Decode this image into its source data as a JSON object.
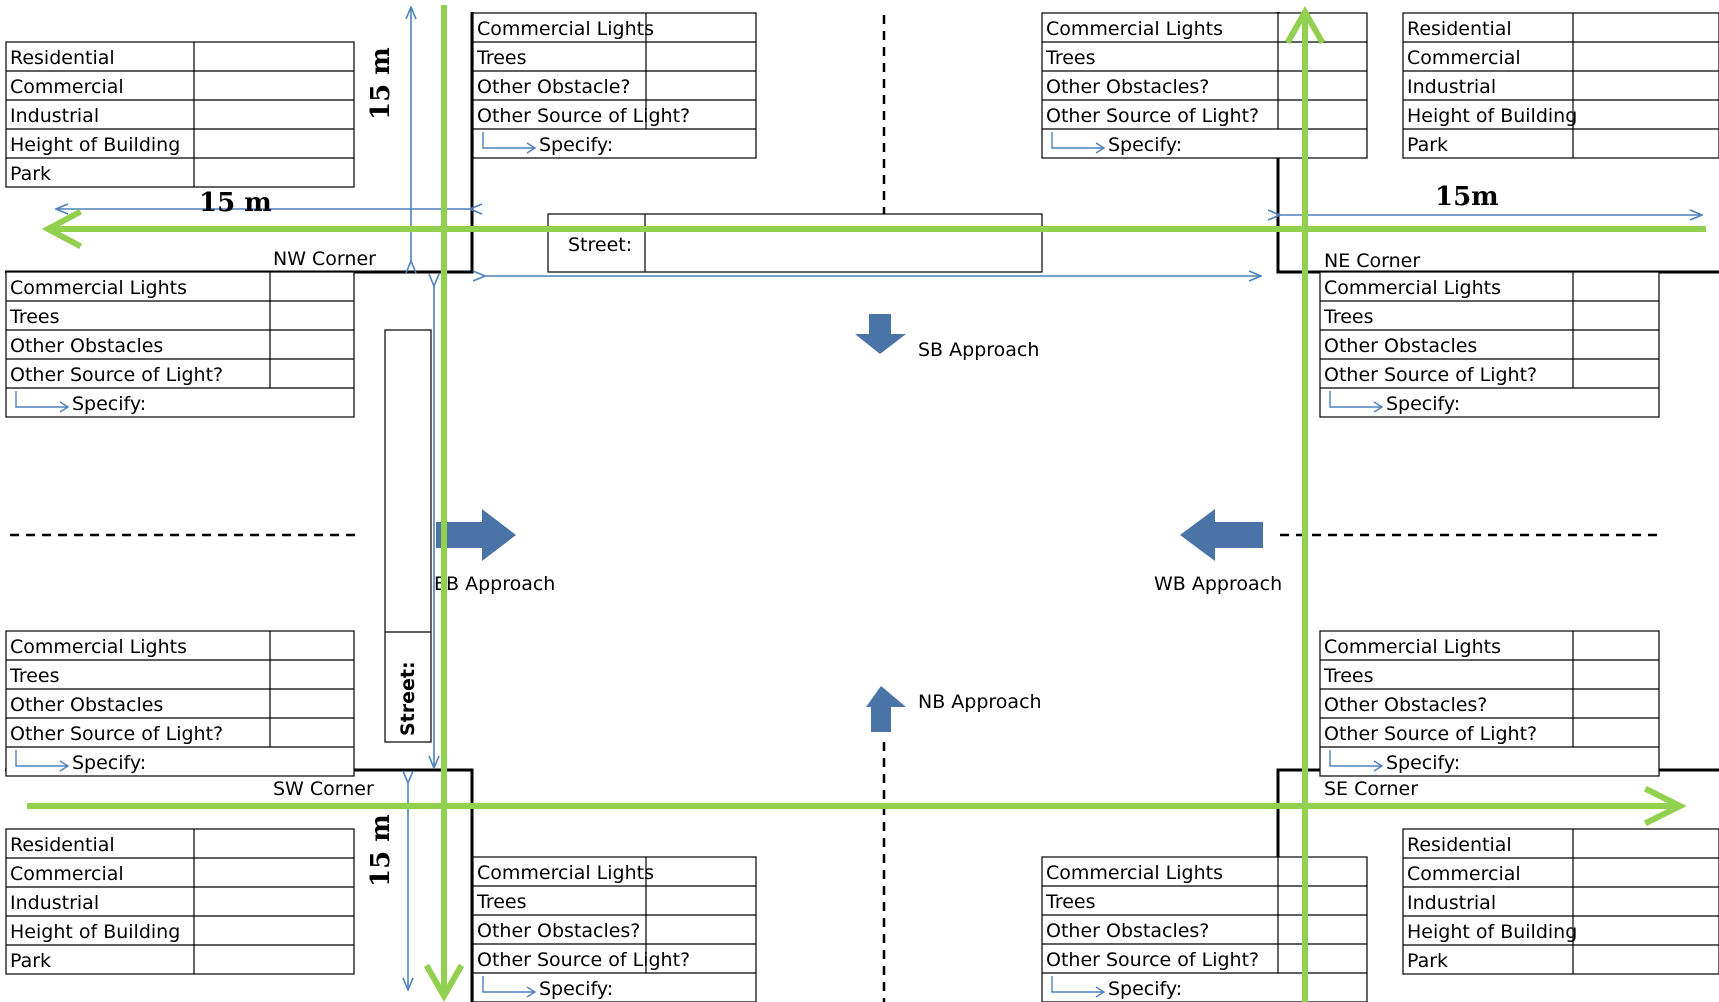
{
  "corners": {
    "nw": "NW Corner",
    "ne": "NE Corner",
    "sw": "SW Corner",
    "se": "SE Corner"
  },
  "approaches": {
    "sb": "SB Approach",
    "eb": "EB Approach",
    "wb": "WB Approach",
    "nb": "NB Approach"
  },
  "street_label": "Street:",
  "dimensions": {
    "nw_horizontal": "15 m",
    "nw_vertical": "15 m",
    "ne_horizontal": "15m",
    "sw_vertical": "15 m"
  },
  "land_use_rows": [
    "Residential",
    "Commercial",
    "Industrial",
    "Height of Building",
    "Park"
  ],
  "tables": {
    "n_left": [
      "Commercial Lights",
      "Trees",
      "Other Obstacle?",
      "Other Source of Light?",
      "Specify:"
    ],
    "n_right": [
      "Commercial Lights",
      "Trees",
      "Other Obstacles?",
      "Other Source of Light?",
      "Specify:"
    ],
    "w_upper": [
      "Commercial Lights",
      "Trees",
      "Other Obstacles",
      "Other Source of Light?",
      "Specify:"
    ],
    "e_upper": [
      "Commercial Lights",
      "Trees",
      "Other Obstacles",
      "Other Source of Light?",
      "Specify:"
    ],
    "w_lower": [
      "Commercial Lights",
      "Trees",
      "Other Obstacles",
      "Other Source of Light?",
      "Specify:"
    ],
    "e_lower": [
      "Commercial Lights",
      "Trees",
      "Other Obstacles?",
      "Other Source of Light?",
      "Specify:"
    ],
    "s_left": [
      "Commercial Lights",
      "Trees",
      "Other Obstacles?",
      "Other Source of Light?",
      "Specify:"
    ],
    "s_right": [
      "Commercial Lights",
      "Trees",
      "Other Obstacles?",
      "Other Source of Light?",
      "Specify:"
    ]
  },
  "colors": {
    "green_path": "#92d050",
    "blue_dimension": "#4f81bd",
    "blue_arrow": "#4a74a8",
    "line": "#000000"
  }
}
